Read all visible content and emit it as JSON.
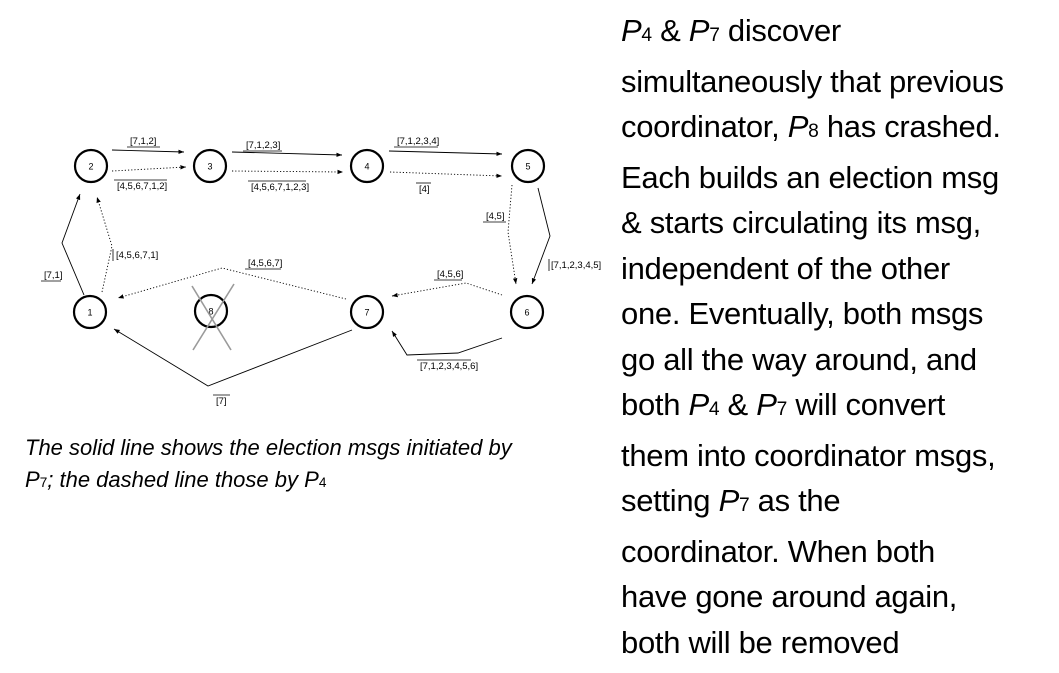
{
  "diagram": {
    "nodes": [
      {
        "id": "1",
        "label": "1"
      },
      {
        "id": "2",
        "label": "2"
      },
      {
        "id": "3",
        "label": "3"
      },
      {
        "id": "4",
        "label": "4"
      },
      {
        "id": "5",
        "label": "5"
      },
      {
        "id": "6",
        "label": "6"
      },
      {
        "id": "7",
        "label": "7"
      },
      {
        "id": "8",
        "label": "8",
        "crashed": true
      }
    ],
    "edges": [
      {
        "from": "7",
        "to": "1",
        "style": "solid",
        "label": "[7]"
      },
      {
        "from": "1",
        "to": "2",
        "style": "solid",
        "label": "[7,1]"
      },
      {
        "from": "2",
        "to": "3",
        "style": "solid",
        "label": "[7,1,2]"
      },
      {
        "from": "3",
        "to": "4",
        "style": "solid",
        "label": "[7,1,2,3]"
      },
      {
        "from": "4",
        "to": "5",
        "style": "solid",
        "label": "[7,1,2,3,4]"
      },
      {
        "from": "5",
        "to": "6",
        "style": "solid",
        "label": "[7,1,2,3,4,5]"
      },
      {
        "from": "6",
        "to": "7",
        "style": "solid",
        "label": "[7,1,2,3,4,5,6]"
      },
      {
        "from": "4",
        "to": "5",
        "style": "dashed",
        "label": "[4]"
      },
      {
        "from": "5",
        "to": "6",
        "style": "dashed",
        "label": "[4,5]"
      },
      {
        "from": "6",
        "to": "7",
        "style": "dashed",
        "label": "[4,5,6]"
      },
      {
        "from": "7",
        "to": "1",
        "style": "dashed",
        "label": "[4,5,6,7]"
      },
      {
        "from": "1",
        "to": "2",
        "style": "dashed",
        "label": "[4,5,6,7,1]"
      },
      {
        "from": "2",
        "to": "3",
        "style": "dashed",
        "label": "[4,5,6,7,1,2]"
      },
      {
        "from": "3",
        "to": "4",
        "style": "dashed",
        "label": "[4,5,6,7,1,2,3]"
      }
    ]
  },
  "caption": {
    "line1": "The solid line shows the election msgs initiated by",
    "p7_letter": "P",
    "p7_sub": "7",
    "line2_mid": "; the dashed line those by ",
    "p4_letter": "P",
    "p4_sub": "4"
  },
  "paragraph": {
    "l1_p4": "P",
    "l1_p4_sub": "4",
    "l1_amp": " & ",
    "l1_p7": "P",
    "l1_p7_sub": "7",
    "l1_rest": " discover",
    "l2": "simultaneously that previous",
    "l3_a": "coordinator, ",
    "l3_p8": "P",
    "l3_p8_sub": "8",
    "l3_b": " has crashed.",
    "l4": "Each builds an election msg",
    "l5": "& starts circulating its msg,",
    "l6": "independent of the other",
    "l7": "one. Eventually, both msgs",
    "l8": "go all the way around, and",
    "l9_a": "both ",
    "l9_p4": "P",
    "l9_p4_sub": "4",
    "l9_amp": " & ",
    "l9_p7": "P",
    "l9_p7_sub": "7",
    "l9_b": " will convert",
    "l10": "them into coordinator msgs,",
    "l11_a": "setting ",
    "l11_p7": "P",
    "l11_p7_sub": "7",
    "l11_b": " as the",
    "l12": "coordinator. When both",
    "l13": "have gone around again,",
    "l14": "both will be removed"
  }
}
